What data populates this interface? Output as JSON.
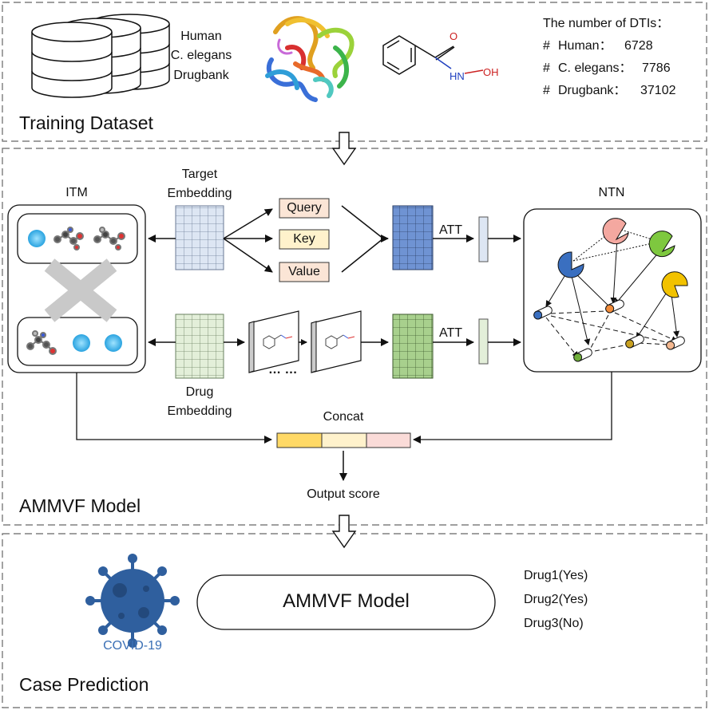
{
  "training": {
    "title": "Training Dataset",
    "datasets": [
      "Human",
      "C. elegans",
      "Drugbank"
    ],
    "molecule": {
      "carbonyl_o": "O",
      "amine": "HN",
      "hydroxyl": "OH"
    },
    "stats_heading": "The number of DTIs：",
    "stats": [
      {
        "hash": "#",
        "name": "Human：",
        "value": "6728"
      },
      {
        "hash": "#",
        "name": "C. elegans：",
        "value": "7786"
      },
      {
        "hash": "#",
        "name": "Drugbank：",
        "value": "37102"
      }
    ]
  },
  "model": {
    "title": "AMMVF Model",
    "itm_label": "ITM",
    "ntn_label": "NTN",
    "target_embedding": [
      "Target",
      "Embedding"
    ],
    "drug_embedding": [
      "Drug",
      "Embedding"
    ],
    "qkv": [
      "Query",
      "Key",
      "Value"
    ],
    "att_label": "ATT",
    "ellipsis": "… …",
    "concat_label": "Concat",
    "output_label": "Output score"
  },
  "case": {
    "title": "Case Prediction",
    "virus_label": "COVID-19",
    "model_label": "AMMVF Model",
    "results": [
      "Drug1(Yes)",
      "Drug2(Yes)",
      "Drug3(No)"
    ]
  },
  "colors": {
    "target_grid": "#dde6f3",
    "drug_grid": "#e3efd9",
    "att_blue": "#6f93d3",
    "att_green": "#a8d08d",
    "query_fill": "#fbe5d6",
    "key_fill": "#fff2cc",
    "value_fill": "#fbe5d6",
    "concat": [
      "#ffd966",
      "#fff2cc",
      "#fadbd8"
    ],
    "virus": "#2f5f9e",
    "covid_text": "#3a6fb5"
  }
}
